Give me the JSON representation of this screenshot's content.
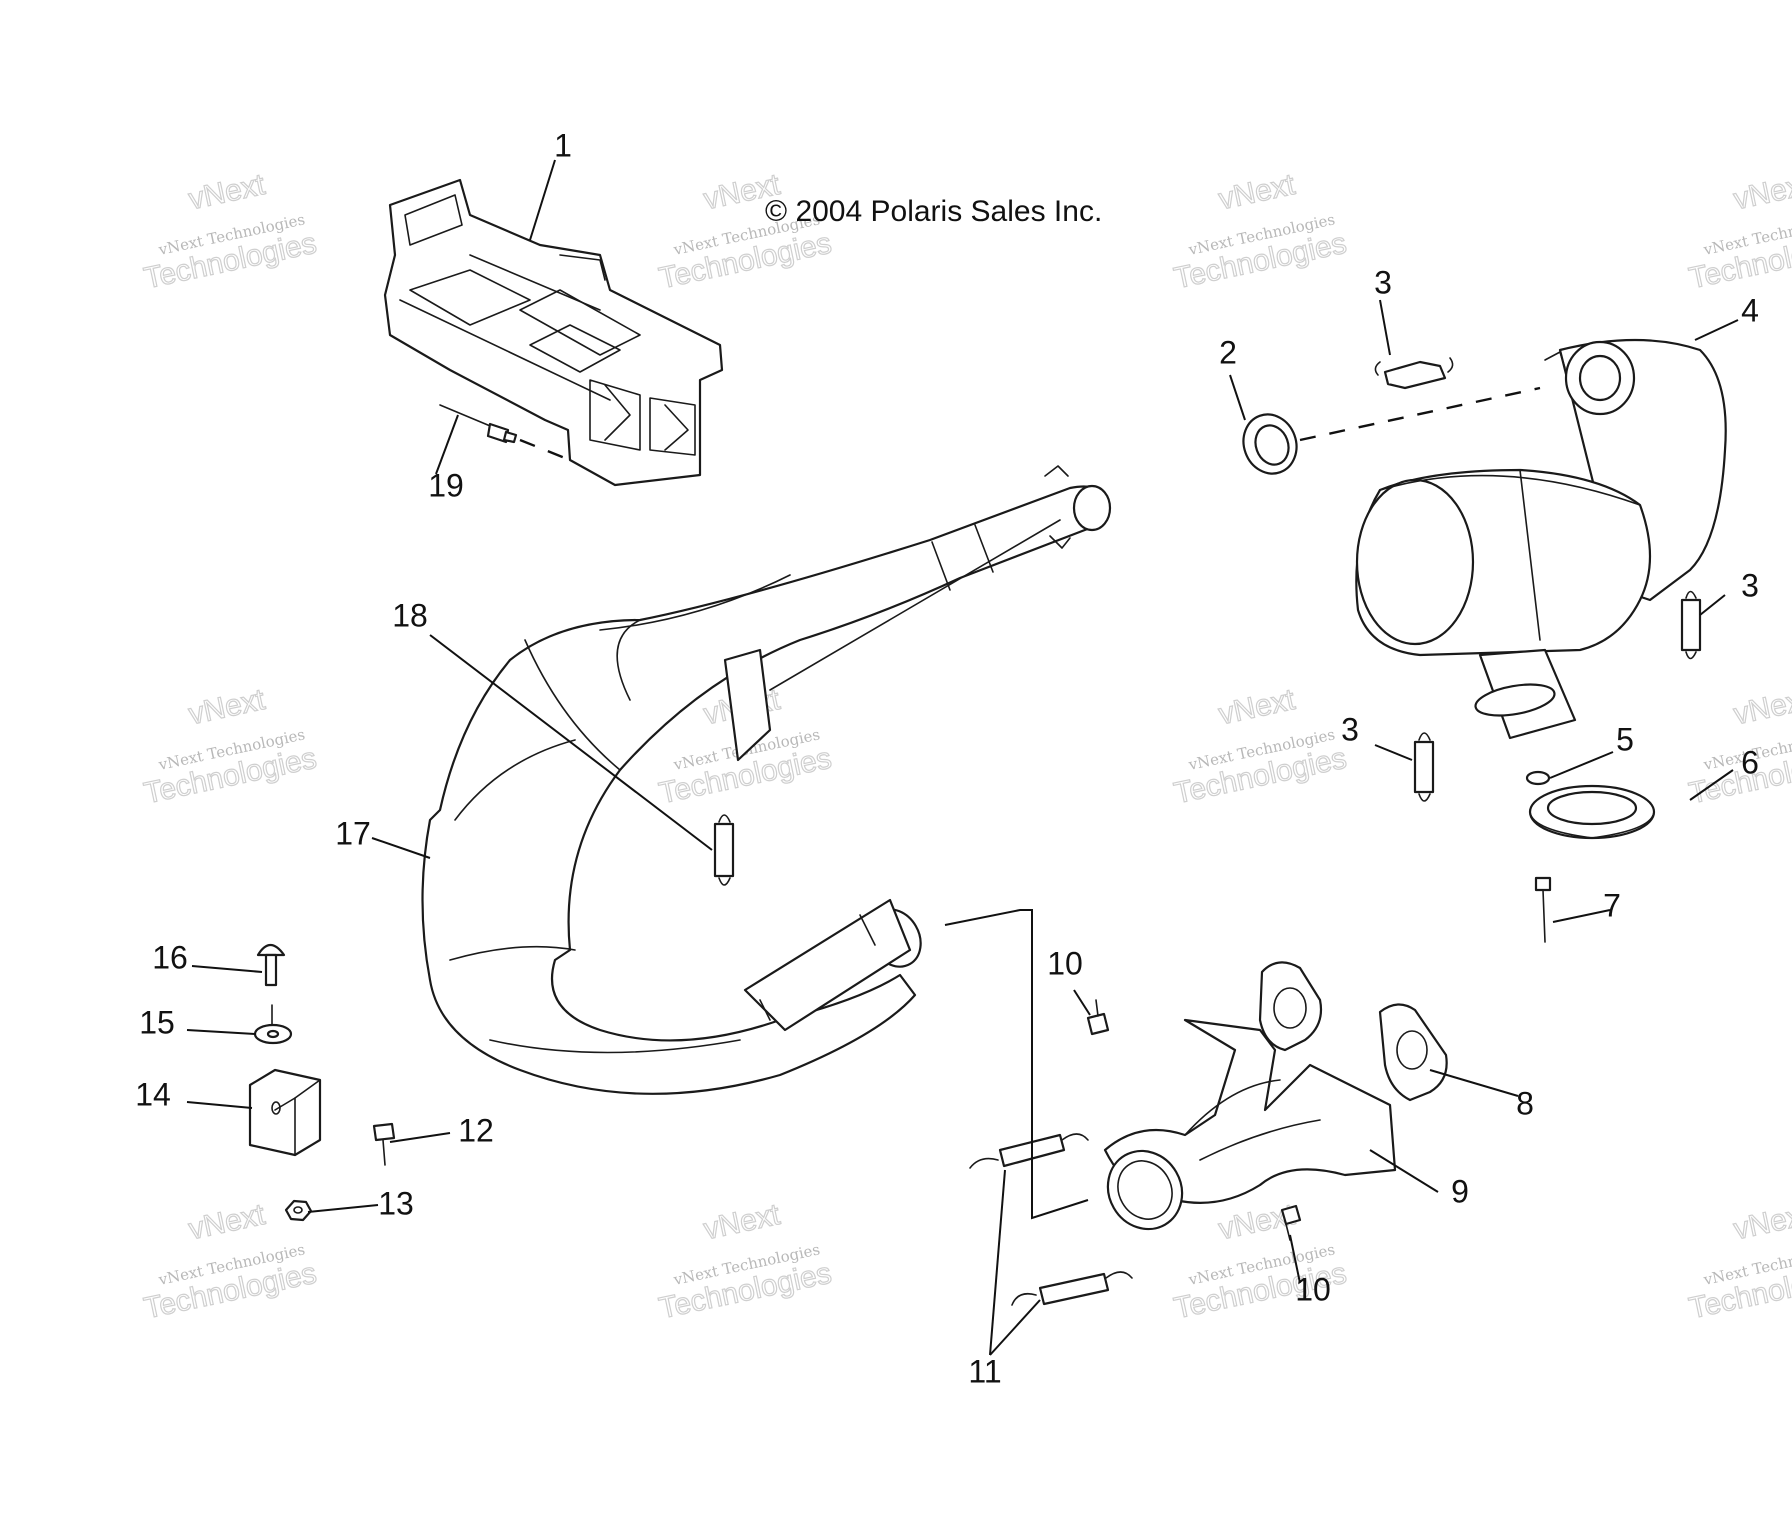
{
  "copyright": "© 2004 Polaris Sales Inc.",
  "watermark": {
    "small_text": "vNext Technologies",
    "big_text": "Technologies",
    "top_text": "vNext"
  },
  "callouts": [
    {
      "id": "c1",
      "label": "1"
    },
    {
      "id": "c2",
      "label": "2"
    },
    {
      "id": "c3a",
      "label": "3"
    },
    {
      "id": "c3b",
      "label": "3"
    },
    {
      "id": "c3c",
      "label": "3"
    },
    {
      "id": "c4",
      "label": "4"
    },
    {
      "id": "c5",
      "label": "5"
    },
    {
      "id": "c6",
      "label": "6"
    },
    {
      "id": "c7",
      "label": "7"
    },
    {
      "id": "c8",
      "label": "8"
    },
    {
      "id": "c9",
      "label": "9"
    },
    {
      "id": "c10a",
      "label": "10"
    },
    {
      "id": "c10b",
      "label": "10"
    },
    {
      "id": "c11",
      "label": "11"
    },
    {
      "id": "c12",
      "label": "12"
    },
    {
      "id": "c13",
      "label": "13"
    },
    {
      "id": "c14",
      "label": "14"
    },
    {
      "id": "c15",
      "label": "15"
    },
    {
      "id": "c16",
      "label": "16"
    },
    {
      "id": "c17",
      "label": "17"
    },
    {
      "id": "c18",
      "label": "18"
    },
    {
      "id": "c19",
      "label": "19"
    }
  ]
}
